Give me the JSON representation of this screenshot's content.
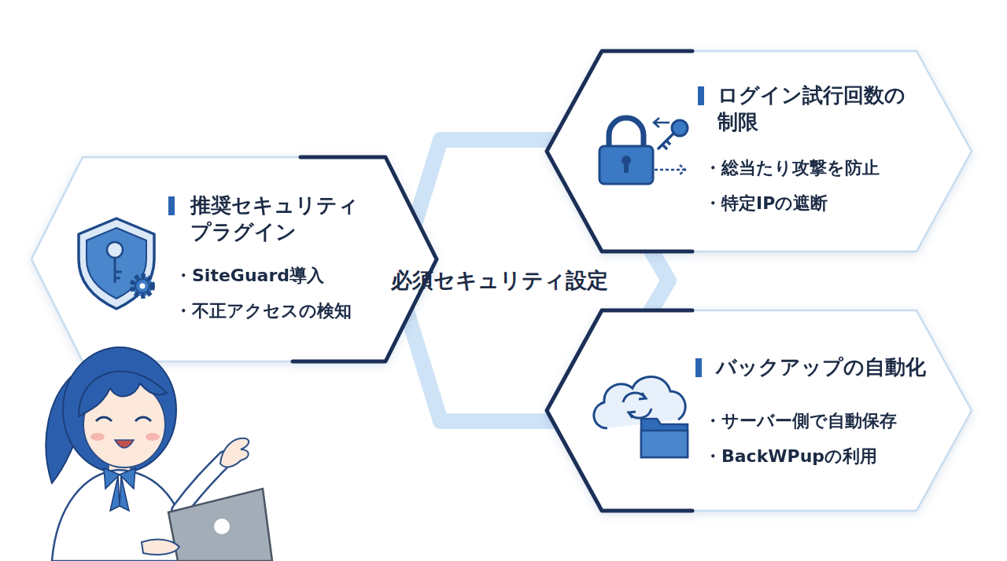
{
  "diagram": {
    "nodes": [
      {
        "text": [
          "推奨セキュリティ プラグイン",
          "・SiteGuard導入",
          "・不正アクセスの検知"
        ]
      },
      {
        "text": [
          "必須セキュリティ設定"
        ]
      },
      {
        "text": [
          "ログイン試行回数の 制限",
          "・総当たり攻撃を防止",
          "・特定IPの遮断"
        ]
      },
      {
        "text": [
          "バックアップの自動化",
          "・サーバー側で自動保存",
          "・BackWPupの利用"
        ]
      }
    ]
  }
}
